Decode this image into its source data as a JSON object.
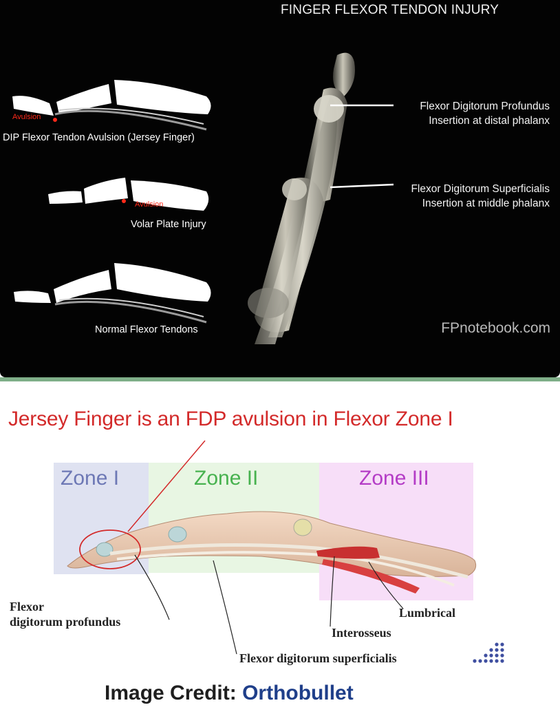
{
  "top": {
    "title": "FINGER FLEXOR TENDON INJURY",
    "diagrams": [
      {
        "caption": "DIP Flexor Tendon Avulsion (Jersey Finger)",
        "marker": "Avulsion"
      },
      {
        "caption": "Volar Plate Injury",
        "marker": "Avulsion"
      },
      {
        "caption": "Normal Flexor Tendons"
      }
    ],
    "callouts": [
      {
        "line1": "Flexor Digitorum Profundus",
        "line2": "Insertion at distal phalanx"
      },
      {
        "line1": "Flexor Digitorum Superficialis",
        "line2": "Insertion at middle phalanx"
      }
    ],
    "watermark": "FPnotebook.com"
  },
  "bottom": {
    "headline": "Jersey Finger is an FDP avulsion in Flexor Zone I",
    "zones": [
      {
        "label": "Zone I",
        "color": "#6d78b5",
        "fill": "#dfe2f1"
      },
      {
        "label": "Zone II",
        "color": "#47b24f",
        "fill": "#e8f6e3"
      },
      {
        "label": "Zone III",
        "color": "#b43cc6",
        "fill": "#f7def8"
      }
    ],
    "labels": {
      "fdp_line1": "Flexor",
      "fdp_line2": "digitorum profundus",
      "lumbrical": "Lumbrical",
      "interosseus": "Interosseus",
      "fds": "Flexor digitorum superficialis"
    },
    "credit_prefix": "Image Credit:",
    "credit_brand": "Orthobullet"
  },
  "colors": {
    "accent_red": "#d32a2a",
    "avulsion_red": "#ff2a1a",
    "brand_blue": "#1f3f8a"
  }
}
